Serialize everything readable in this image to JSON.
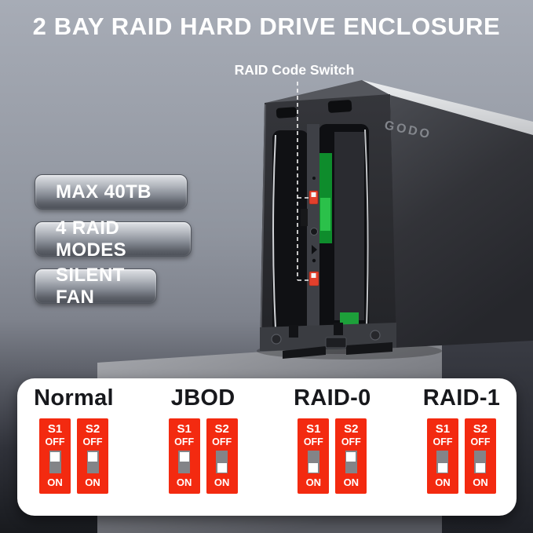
{
  "page": {
    "title": "2 BAY RAID HARD DRIVE ENCLOSURE"
  },
  "annotation": {
    "label": "RAID Code Switch"
  },
  "device": {
    "brand": "GODO"
  },
  "features": [
    {
      "label": "MAX 40TB"
    },
    {
      "label": "4 RAID MODES"
    },
    {
      "label": "SILENT FAN"
    }
  ],
  "switch_labels": {
    "off": "OFF",
    "on": "ON"
  },
  "modes": [
    {
      "name": "Normal",
      "switches": [
        {
          "id": "S1",
          "state": "OFF"
        },
        {
          "id": "S2",
          "state": "OFF"
        }
      ]
    },
    {
      "name": "JBOD",
      "switches": [
        {
          "id": "S1",
          "state": "OFF"
        },
        {
          "id": "S2",
          "state": "ON"
        }
      ]
    },
    {
      "name": "RAID-0",
      "switches": [
        {
          "id": "S1",
          "state": "ON"
        },
        {
          "id": "S2",
          "state": "OFF"
        }
      ]
    },
    {
      "name": "RAID-1",
      "switches": [
        {
          "id": "S1",
          "state": "ON"
        },
        {
          "id": "S2",
          "state": "ON"
        }
      ]
    }
  ],
  "colors": {
    "switch_red": "#f32a10",
    "panel_bg": "#ffffff",
    "title_text": "#ffffff",
    "background_top": "#a7acb6",
    "background_bottom": "#181a1e"
  }
}
